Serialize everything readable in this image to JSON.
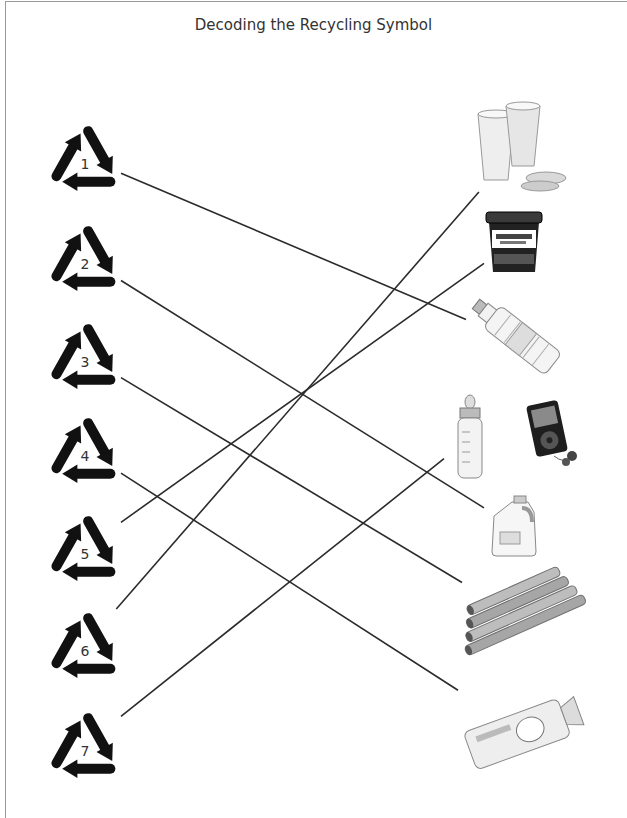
{
  "diagram": {
    "title": "Decoding the Recycling Symbol",
    "nodes": [
      {
        "text": [
          "1"
        ]
      },
      {
        "text": [
          "2"
        ]
      },
      {
        "text": [
          "3"
        ]
      },
      {
        "text": [
          "4"
        ]
      },
      {
        "text": [
          "5"
        ]
      },
      {
        "text": [
          "6"
        ]
      },
      {
        "text": [
          "7"
        ]
      },
      {
        "text": []
      },
      {
        "text": []
      },
      {
        "text": []
      },
      {
        "text": []
      },
      {
        "text": []
      },
      {
        "text": []
      },
      {
        "text": []
      },
      {
        "text": []
      }
    ],
    "edges": [
      {
        "from": 0,
        "to": 9,
        "arrow": "none"
      },
      {
        "from": 1,
        "to": 12,
        "arrow": "none"
      },
      {
        "from": 2,
        "to": 13,
        "arrow": "none"
      },
      {
        "from": 3,
        "to": 14,
        "arrow": "none"
      },
      {
        "from": 4,
        "to": 8,
        "arrow": "none"
      },
      {
        "from": 5,
        "to": 7,
        "arrow": "none"
      },
      {
        "from": 6,
        "to": 10,
        "arrow": "none"
      }
    ]
  }
}
